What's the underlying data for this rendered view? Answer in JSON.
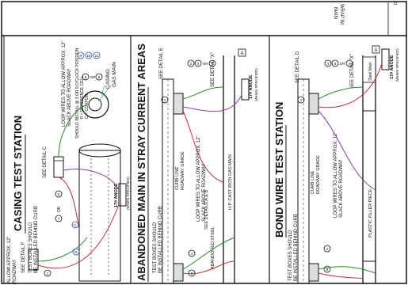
{
  "frame": {
    "top_notes": [
      "WRAP W/",
      "MAIN"
    ]
  },
  "casing": {
    "title": "CASING TEST STATION",
    "see_detail_c": "SEE DETAIL C",
    "see_detail_f": "SEE DETAIL F",
    "loop_note_1": "LOOP WIRES TO ALLOW APPROX. 12\"",
    "loop_note_2": "SLACK ABOVE ROADWAY",
    "install_note": "SHOULD INSTALL @ 3 OR 9 O'CLOCK POSITION",
    "legend_r": "R = REFERENCE CELL",
    "legend_c": "C = COUPON",
    "casing_label": "CASING",
    "gas_main_label": "GAS MAIN",
    "test_box_1": "TEST BOXES SHOULD",
    "test_box_2": "BE INSTALLED BEHIND CURB",
    "anode": "17# ANODE",
    "anode_sub": "(WHEN SPECIFIED)",
    "left_edge_1": "ALLOW APPROX. 12\"",
    "left_edge_2": "ROADWAY",
    "bubble_1": "1",
    "bubble_5": "5",
    "bubble_7": "7",
    "bubble_8": "8",
    "bubble_9": "9",
    "bubble_10": "10",
    "bubble_11": "11",
    "bubble_r": "R",
    "bubble_c": "C",
    "or": "OR"
  },
  "stray": {
    "title": "ABANDONED MAIN IN STRAY CURRENT AREAS",
    "see_detail_e": "SEE DETAIL E",
    "see_detail_x": "SEE DETAIL \"X\"",
    "curb_1": "CURB LINE",
    "curb_2": "ROADWAY GRADE",
    "loop_1": "LOOP WIRES TO ALLOW APPROX. 12\"",
    "loop_2": "SLACK ABOVE ROADWAY",
    "test_box_1": "TEST BOXES SHOULD",
    "test_box_2": "BE INSTALLED BEHIND CURB",
    "abandoned_steel": "ABANDONED STEEL",
    "cast_iron": "H.P. CAST IRON GAS MAIN",
    "see_details_ab": "SEE DETAILS A & B",
    "anode": "17# ANODE",
    "anode_sub": "(WHEN SPECIFIED)",
    "bubble_1": "1",
    "bubble_3": "3",
    "bubble_4": "4",
    "bubble_6": "6",
    "bubble_7": "7",
    "bubble_9": "9",
    "bubble_a": "A",
    "or": "OR"
  },
  "bond": {
    "title": "BOND WIRE TEST STATION",
    "see_detail_d": "SEE DETAIL D",
    "see_detail_x": "SEE DETAIL \"X\"",
    "curb_1": "CURB LINE",
    "curb_2": "ROADWAY GRADE",
    "loop_1": "LOOP WIRES TO ALLOW APPROX. 12\"",
    "loop_2": "SLACK ABOVE ROADWAY",
    "test_box_1": "TEST BOXES SHOULD",
    "test_box_2": "BE INSTALLED BEHIND CURB",
    "plastic_filler": "PLASTIC FILLER PIECE",
    "steel_main": "Steel Main",
    "anode": "17# ANODE",
    "anode_sub": "(WHEN SPECIFIED)",
    "bubble_1": "1",
    "bubble_3": "3",
    "bubble_4": "4",
    "bubble_6": "6",
    "bubble_7": "7",
    "bubble_9": "9",
    "bubble_a": "A",
    "or": "OR"
  },
  "colors": {
    "line": "#111111",
    "wire_green": "#2a8a2a",
    "wire_red": "#c0303a",
    "wire_purple": "#8a3fa0",
    "label_green": "#2e8b3e",
    "bubble_blue": "#3050b0"
  }
}
